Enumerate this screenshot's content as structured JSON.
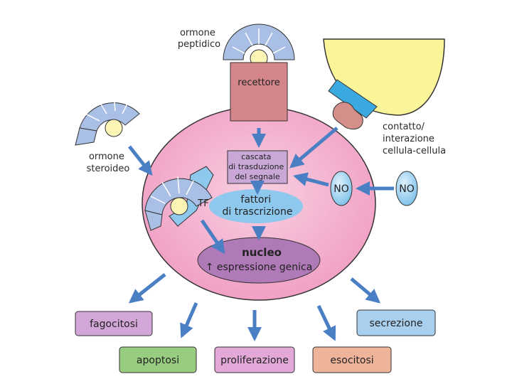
{
  "labels": {
    "peptide_hormone": [
      "ormone",
      "peptidico"
    ],
    "receptor": "recettore",
    "steroid_hormone": [
      "ormone",
      "steroideo"
    ],
    "contact": [
      "contatto/",
      "interazione",
      "cellula-cellula"
    ],
    "cascade": [
      "cascata",
      "di trasduzione",
      "del segnale"
    ],
    "tf": "TF",
    "transcription_factors": [
      "fattori",
      "di trascrizione"
    ],
    "nucleus_title": "nucleo",
    "nucleus_sub": "↑ espressione genica",
    "no_inside": "NO",
    "no_outside": "NO"
  },
  "outcomes": {
    "phagocytosis": "fagocitosi",
    "apoptosis": "apoptosi",
    "proliferation": "proliferazione",
    "exocytosis": "esocitosi",
    "secretion": "secrezione"
  },
  "colors": {
    "cell": "#f2a6c8",
    "arrow": "#4a7fc4",
    "receptor": "#d4868a",
    "cascade": "#c9a8d8",
    "tf_oval": "#8ec8ec",
    "nucleus": "#b07ab8",
    "hormone_fan": "#a9bfe6",
    "contact_cell": "#fbf59a",
    "contact_band": "#3aa9e0",
    "phagocytosis": "#d3a6d8",
    "apoptosis": "#98cc80",
    "proliferation": "#e3a8d8",
    "exocytosis": "#eeb49a",
    "secretion": "#a8cfee"
  }
}
